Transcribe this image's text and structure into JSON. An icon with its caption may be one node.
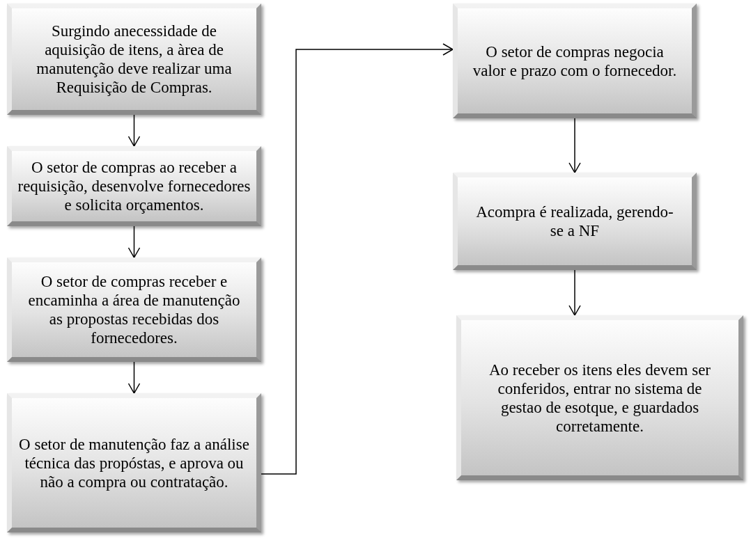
{
  "diagram": {
    "nodes": [
      {
        "text": [
          "Surgindo anecessidade de aquisição de itens, a àrea de manutenção deve realizar uma Requisição de Compras."
        ]
      },
      {
        "text": [
          "O setor de compras ao receber a requisição, desenvolve fornecedores e solicita orçamentos."
        ]
      },
      {
        "text": [
          "O setor de compras receber e encaminha a área de manutenção as propostas recebidas dos fornecedores."
        ]
      },
      {
        "text": [
          "O setor de manutenção faz a análise técnica das propóstas, e aprova ou não a compra ou contratação."
        ]
      },
      {
        "text": [
          "O setor de compras negocia valor e prazo com o fornecedor."
        ]
      },
      {
        "text": [
          "Acompra é realizada, gerendo-se a NF"
        ]
      },
      {
        "text": [
          "Ao receber os itens eles devem ser conferidos, entrar no sistema de gestao de esotque, e guardados corretamente."
        ]
      }
    ],
    "edges": [
      {
        "from": 0,
        "to": 1,
        "arrow": "to"
      },
      {
        "from": 1,
        "to": 2,
        "arrow": "to"
      },
      {
        "from": 2,
        "to": 3,
        "arrow": "to"
      },
      {
        "from": 3,
        "to": 4,
        "arrow": "to"
      },
      {
        "from": 4,
        "to": 5,
        "arrow": "to"
      },
      {
        "from": 5,
        "to": 6,
        "arrow": "to"
      }
    ]
  }
}
